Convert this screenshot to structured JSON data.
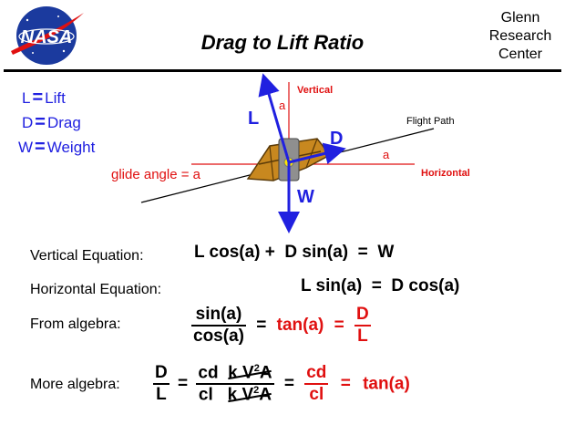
{
  "logo": {
    "text": "NASA"
  },
  "title": "Drag to Lift Ratio",
  "center": {
    "line1": "Glenn",
    "line2": "Research",
    "line3": "Center"
  },
  "legend": [
    {
      "sym": "L",
      "eq": "=",
      "name": "Lift"
    },
    {
      "sym": "D",
      "eq": "=",
      "name": "Drag"
    },
    {
      "sym": "W",
      "eq": "=",
      "name": "Weight"
    }
  ],
  "diagram": {
    "vertical": "Vertical",
    "horizontal": "Horizontal",
    "flight_path": "Flight Path",
    "glide_angle": "glide angle = a",
    "angle_a_top": "a",
    "angle_a_right": "a",
    "lift": "L",
    "drag": "D",
    "weight": "W",
    "colors": {
      "lift": "#2020e0",
      "reference": "#e01010",
      "line": "#000000"
    }
  },
  "equations": {
    "vertical_label": "Vertical Equation:",
    "vertical_eq": "L cos(a) +  D sin(a)  =  W",
    "horizontal_label": "Horizontal Equation:",
    "horizontal_eq": "L sin(a)  =  D cos(a)",
    "algebra_label": "From algebra:",
    "algebra_num": "sin(a)",
    "algebra_den": "cos(a)",
    "algebra_eq1": "=",
    "algebra_tan": "tan(a)",
    "algebra_eq2": "=",
    "algebra_frac_num": "D",
    "algebra_frac_den": "L",
    "more_label": "More algebra:",
    "more_lhs_num": "D",
    "more_lhs_den": "L",
    "more_eq1": "=",
    "more_num_cd": "cd",
    "more_num_k": "k  V",
    "more_num_exp": "2",
    "more_num_a": "A",
    "more_den_cl": "cl",
    "more_den_k": "k  V",
    "more_den_exp": "2",
    "more_den_a": "A",
    "more_eq2": "=",
    "more_rhs_num": "cd",
    "more_rhs_den": "cl",
    "more_eq3": "=",
    "more_tan": "tan(a)"
  }
}
